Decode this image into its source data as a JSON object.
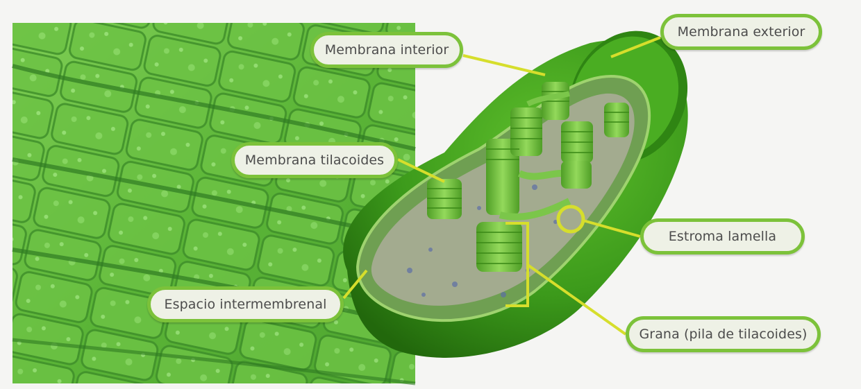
{
  "labels": {
    "membrana_interior": "Membrana interior",
    "membrana_exterior": "Membrana exterior",
    "membrana_tilacoides": "Membrana tilacoides",
    "estroma_lamella": "Estroma lamella",
    "espacio_intermembrenal": "Espacio intermembrenal",
    "grana": "Grana (pila de tilacoides)"
  },
  "colors": {
    "pill_border": "#7cc23a",
    "pill_fill": "#eef1e6",
    "leader_line": "#d6de2c",
    "chloroplast_green": "#3f9a1c",
    "leaf_tissue": "#5cb73a"
  }
}
